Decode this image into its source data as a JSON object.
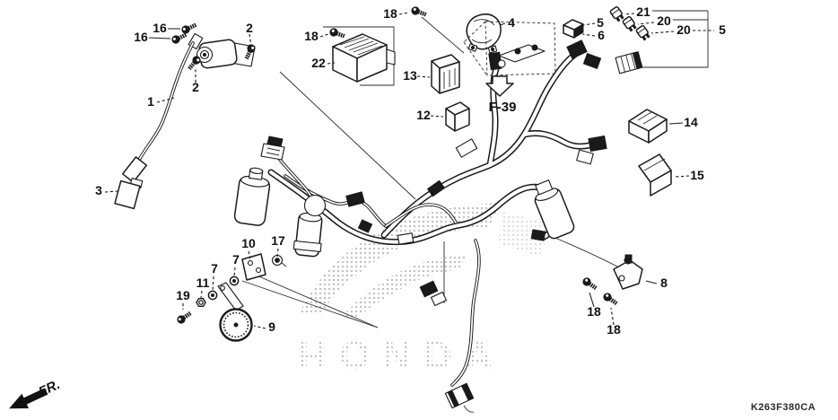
{
  "diagram": {
    "code": "K263F380CA",
    "section_ref": "F-39",
    "fr_label": "FR.",
    "watermark": "HONDA"
  },
  "callouts": {
    "c1": "1",
    "c2a": "2",
    "c2b": "2",
    "c3": "3",
    "c4": "4",
    "c5a": "5",
    "c5b": "5",
    "c6": "6",
    "c7a": "7",
    "c7b": "7",
    "c8": "8",
    "c9": "9",
    "c10": "10",
    "c11": "11",
    "c12": "12",
    "c13": "13",
    "c14": "14",
    "c15": "15",
    "c16a": "16",
    "c16b": "16",
    "c17": "17",
    "c18a": "18",
    "c18b": "18",
    "c18c": "18",
    "c18d": "18",
    "c19": "19",
    "c20a": "20",
    "c20b": "20",
    "c21": "21",
    "c22": "22"
  },
  "colors": {
    "line": "#1a1a1a",
    "background": "#ffffff",
    "watermark_dot": "#b5b5b5"
  }
}
